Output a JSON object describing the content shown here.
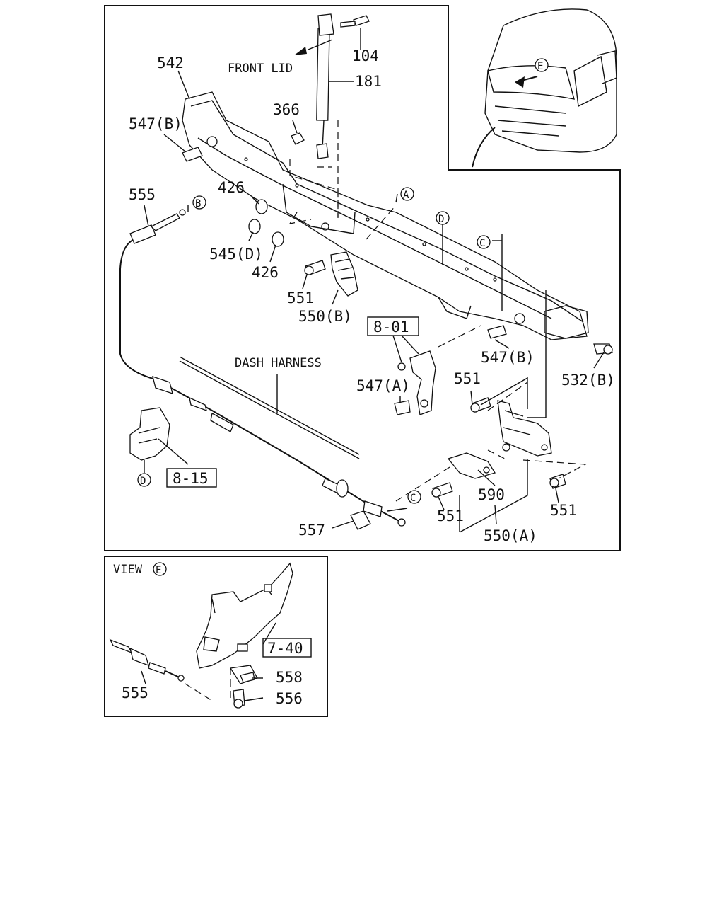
{
  "callouts": {
    "p104": "104",
    "p181": "181",
    "p542": "542",
    "p547b_top": "547(B)",
    "p366": "366",
    "p555_top": "555",
    "p426_top": "426",
    "p545d": "545(D)",
    "p426_bot": "426",
    "p551_left": "551",
    "p550b": "550(B)",
    "ref_801": "8-01",
    "p547b_right": "547(B)",
    "p532b": "532(B)",
    "p547a": "547(A)",
    "p551_mid": "551",
    "ref_815": "8-15",
    "p590": "590",
    "p551_bot": "551",
    "p551_right": "551",
    "p550a": "550(A)",
    "p557": "557",
    "p555_view": "555",
    "ref_740": "7-40",
    "p558": "558",
    "p556": "556"
  },
  "text_labels": {
    "front_lid": "FRONT LID",
    "dash_harness": "DASH HARNESS",
    "view_prefix": "VIEW"
  },
  "circle_markers": {
    "a": "A",
    "b": "B",
    "c_top": "C",
    "c_bot": "C",
    "d_top": "D",
    "d_bot": "D",
    "e_cab": "E",
    "e_view": "E"
  }
}
